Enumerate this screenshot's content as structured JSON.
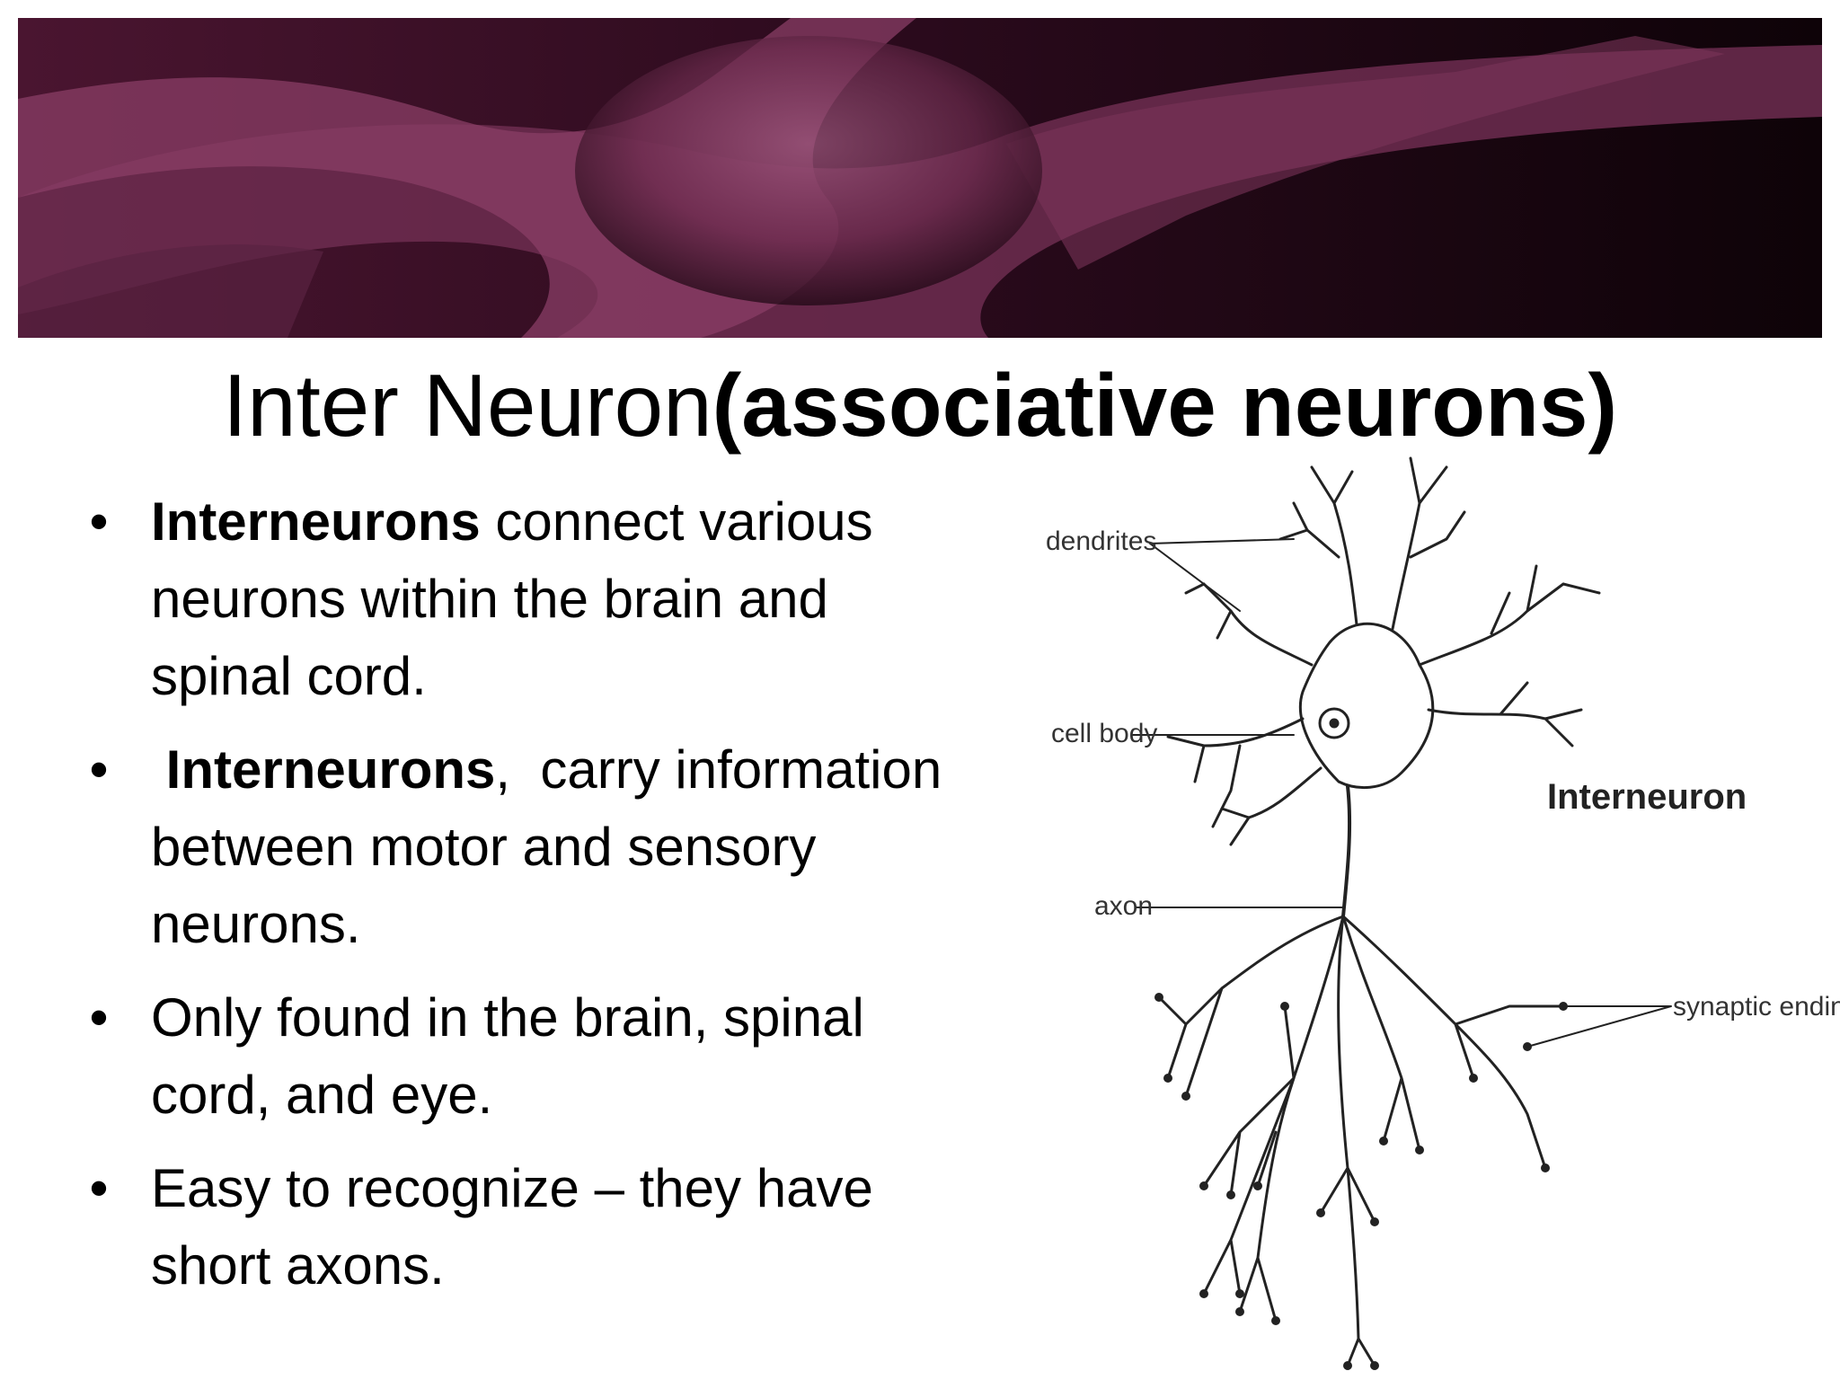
{
  "slide": {
    "title_regular": "Inter Neuron",
    "title_bold": "(associative neurons)",
    "bullets": [
      {
        "bold": "Interneurons",
        "text": " connect various neurons within the brain and spinal cord."
      },
      {
        "bold": " Interneurons",
        "text": ",  carry information between motor and sensory neurons."
      },
      {
        "bold": "",
        "text": "Only found in the brain, spinal cord, and eye."
      },
      {
        "bold": "",
        "text": "Easy to recognize – they have short axons."
      }
    ],
    "bullet_symbol": "•"
  },
  "diagram": {
    "labels": {
      "dendrites": "dendrites",
      "cell_body": "cell body",
      "axon": "axon",
      "synaptic_endings": "synaptic endings",
      "title": "Interneuron"
    }
  },
  "colors": {
    "banner_dark": "#1a0510",
    "banner_neuron": "#8a3d66"
  }
}
